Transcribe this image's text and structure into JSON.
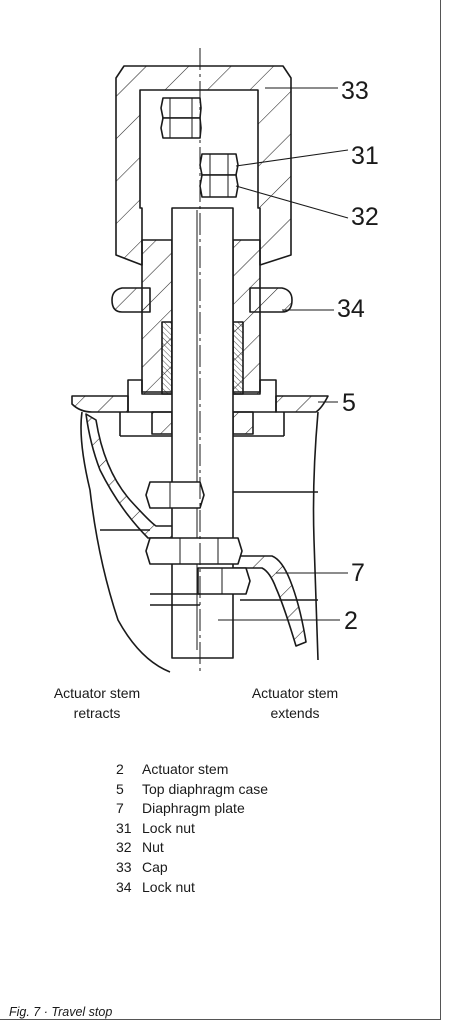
{
  "callouts": [
    "33",
    "31",
    "32",
    "34",
    "5",
    "7",
    "2"
  ],
  "side_labels": {
    "left": [
      "Actuator stem",
      "retracts"
    ],
    "right": [
      "Actuator stem",
      "extends"
    ]
  },
  "legend": [
    {
      "num": "2",
      "text": "Actuator stem"
    },
    {
      "num": "5",
      "text": "Top diaphragm case"
    },
    {
      "num": "7",
      "text": "Diaphragm plate"
    },
    {
      "num": "31",
      "text": "Lock nut"
    },
    {
      "num": "32",
      "text": "Nut"
    },
    {
      "num": "33",
      "text": "Cap"
    },
    {
      "num": "34",
      "text": "Lock nut"
    }
  ],
  "figure_caption": "Fig. 7 · Travel stop"
}
